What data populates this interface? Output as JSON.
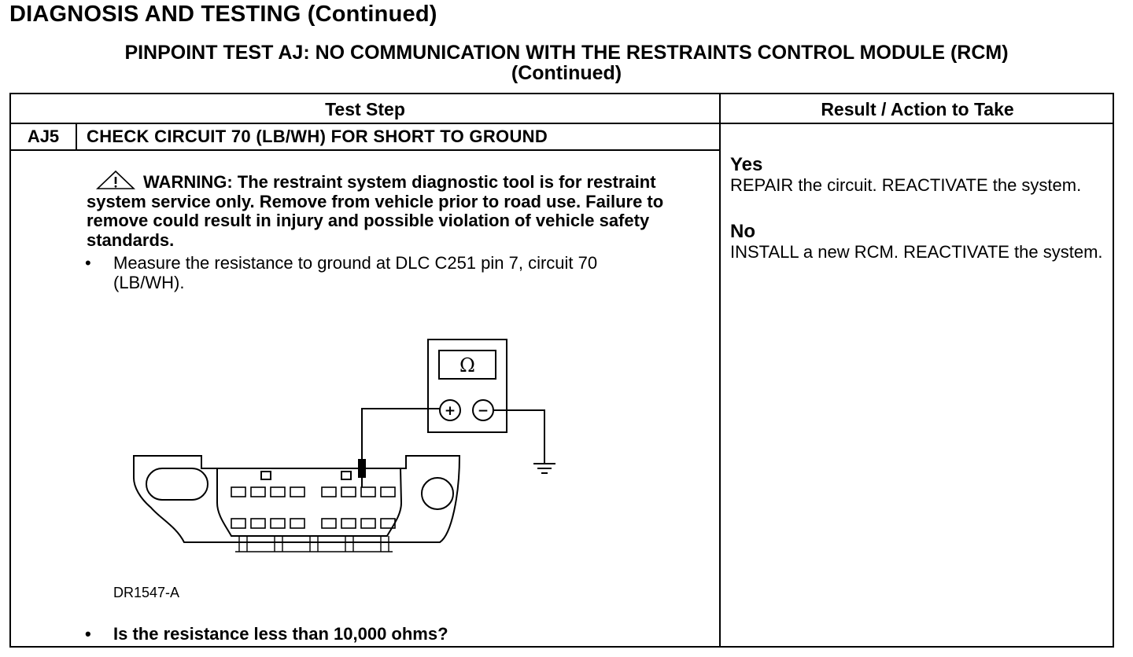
{
  "header": {
    "title": "DIAGNOSIS AND TESTING (Continued)",
    "subtitle_line1": "PINPOINT TEST AJ: NO COMMUNICATION WITH THE RESTRAINTS CONTROL MODULE (RCM)",
    "subtitle_line2": "(Continued)"
  },
  "table": {
    "col_test_step": "Test Step",
    "col_result": "Result / Action to Take",
    "step": {
      "id": "AJ5",
      "title": "CHECK CIRCUIT 70 (LB/WH) FOR SHORT TO GROUND",
      "warning": "WARNING: The restraint system diagnostic tool is for restraint system service only. Remove from vehicle prior to road use. Failure to remove could result in injury and possible violation of vehicle safety standards.",
      "bullet1_line1": "Measure the resistance to ground at DLC C251 pin 7, circuit 70",
      "bullet1_line2": "(LB/WH).",
      "bullet2": "Is the resistance less than 10,000 ohms?",
      "bullet_symbol": "•",
      "figure_id": "DR1547-A",
      "meter_symbol": "Ω",
      "plus_symbol": "+",
      "minus_symbol": "−",
      "warning_icon": "warning-triangle-icon"
    },
    "results": {
      "yes_label": "Yes",
      "yes_text": "REPAIR the circuit. REACTIVATE the system.",
      "no_label": "No",
      "no_text": "INSTALL a new RCM. REACTIVATE the system."
    }
  }
}
